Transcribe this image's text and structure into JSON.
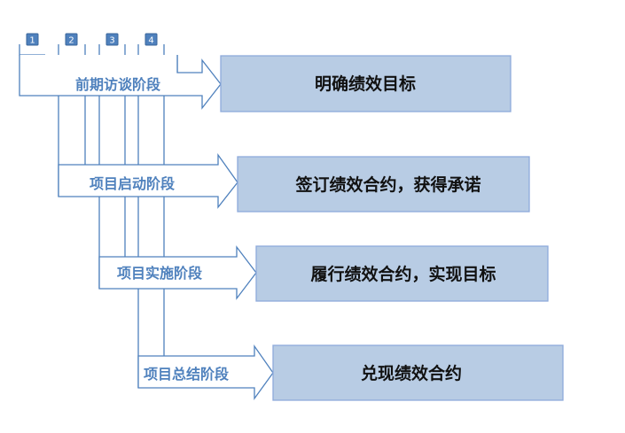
{
  "tabs": [
    "1",
    "2",
    "3",
    "4"
  ],
  "stages": [
    {
      "label": "前期访谈阶段",
      "result": "明确绩效目标"
    },
    {
      "label": "项目启动阶段",
      "result": "签订绩效合约，获得承诺"
    },
    {
      "label": "项目实施阶段",
      "result": "履行绩效合约，实现目标"
    },
    {
      "label": "项目总结阶段",
      "result": "兑现绩效合约"
    }
  ],
  "colors": {
    "line": "#4f81bd",
    "tab_fill": "#4f81bd",
    "box_fill": "#b8cce4",
    "box_border": "#8eaadb",
    "label_text": "#4f81bd"
  }
}
